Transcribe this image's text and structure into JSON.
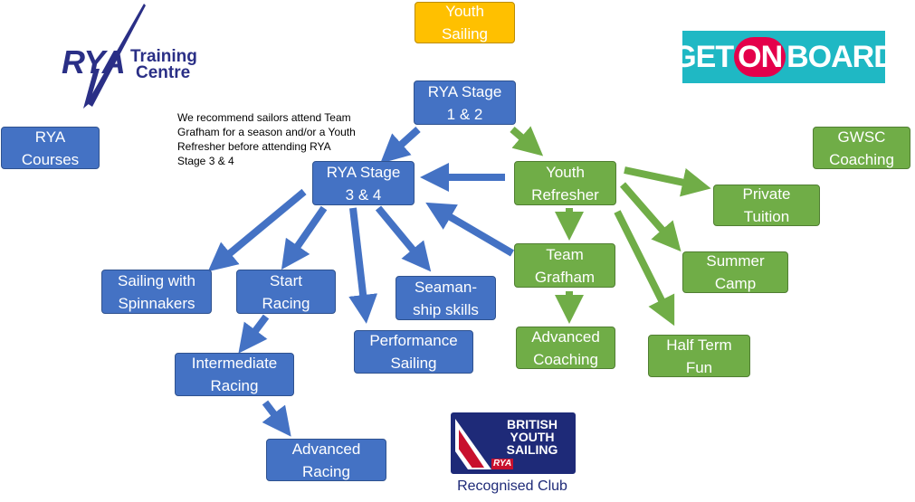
{
  "logos": {
    "rya": {
      "letters": "RYA",
      "line1": "Training",
      "line2": "Centre",
      "color": "#2a2f86",
      "accent": "#c8102e"
    },
    "getonboard": {
      "part1": "GET",
      "part2": "ON",
      "part3": "BOARD",
      "bg": "#1fb8c4",
      "accent": "#e4004b"
    },
    "bys": {
      "line1": "BRITISH",
      "line2": "YOUTH",
      "line3": "SAILING",
      "badge": "RYA",
      "caption": "Recognised Club",
      "navy": "#1e2a78"
    }
  },
  "note": "We recommend sailors attend Team Grafham for a season and/or a Youth Refresher before attending RYA Stage 3 & 4",
  "nodes": {
    "youth_sailing": [
      "Youth",
      "Sailing"
    ],
    "rya_courses": [
      "RYA",
      "Courses"
    ],
    "gwsc_coaching": [
      "GWSC",
      "Coaching"
    ],
    "stage12": [
      "RYA Stage",
      "1 & 2"
    ],
    "stage34": [
      "RYA Stage",
      "3 & 4"
    ],
    "youth_refresher": [
      "Youth",
      "Refresher"
    ],
    "private_tuition": [
      "Private",
      "Tuition"
    ],
    "summer_camp": [
      "Summer",
      "Camp"
    ],
    "team_grafham": [
      "Team",
      "Grafham"
    ],
    "advanced_coaching": [
      "Advanced",
      "Coaching"
    ],
    "half_term_fun": [
      "Half Term",
      "Fun"
    ],
    "sailing_spinnakers": [
      "Sailing with",
      "Spinnakers"
    ],
    "start_racing": [
      "Start",
      "Racing"
    ],
    "seamanship": [
      "Seaman-",
      "ship skills"
    ],
    "performance_sailing": [
      "Performance",
      "Sailing"
    ],
    "intermediate_racing": [
      "Intermediate",
      "Racing"
    ],
    "advanced_racing": [
      "Advanced",
      "Racing"
    ]
  },
  "colors": {
    "blue": "#4472c4",
    "green": "#70ad47",
    "gold": "#ffc000"
  }
}
